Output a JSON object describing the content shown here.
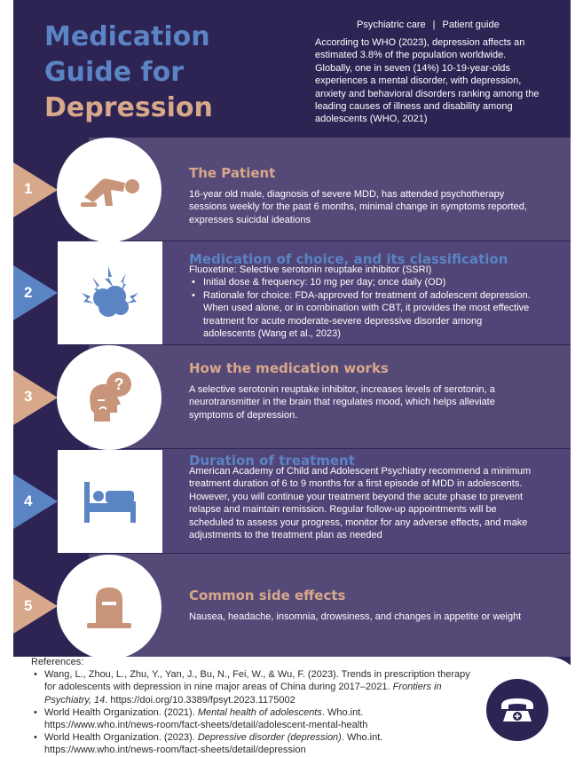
{
  "header": {
    "title_line1": "Medication",
    "title_line2": "Guide for",
    "title_line3": "Depression",
    "tag_left": "Psychiatric care",
    "tag_sep": "|",
    "tag_right": "Patient guide",
    "intro": "According to WHO (2023), depression affects an estimated 3.8% of the population worldwide. Globally, one in seven (14%) 10-19-year-olds experiences a mental disorder, with depression, anxiety and behavioral disorders ranking among the leading causes of illness and disability among adolescents (WHO, 2021)"
  },
  "sections": [
    {
      "number": "1",
      "title": "The Patient",
      "text": "16-year old male, diagnosis of severe MDD, has attended psychotherapy sessions weekly for the past 6 months, minimal change in symptoms reported, expresses suicidal ideations",
      "icon": "kneeling-person-icon"
    },
    {
      "number": "2",
      "title": "Medication of choice, and its classification",
      "subtitle": "Fluoxetine: Selective serotonin reuptake inhibitor (SSRI)",
      "bullets": [
        "Initial dose & frequency: 10 mg per day; once daily (OD)",
        "Rationale for choice: FDA-approved for treatment of adolescent depression. When used alone, or in combination with CBT, it provides the most effective treatment for acute moderate-severe depressive disorder among adolescents (Wang et al., 2023)"
      ],
      "icon": "brain-lightning-icon"
    },
    {
      "number": "3",
      "title": "How the medication works",
      "text": "A selective serotonin reuptake inhibitor, increases levels of serotonin, a neurotransmitter in the brain that regulates mood, which helps alleviate symptoms of depression.",
      "icon": "head-question-icon"
    },
    {
      "number": "4",
      "title": "Duration of treatment",
      "text": "American Academy of Child and Adolescent Psychiatry recommend a minimum treatment duration of 6 to 9 months for a first episode of MDD in adolescents. However, you will continue your treatment beyond the acute phase to prevent relapse and maintain remission. Regular follow-up appointments will be scheduled to assess your progress, monitor for any adverse effects, and make adjustments to the treatment plan as needed",
      "icon": "bed-icon"
    },
    {
      "number": "5",
      "title": "Common side effects",
      "text": "Nausea, headache, insomnia, drowsiness, and changes in appetite or weight",
      "icon": "gravestone-icon"
    }
  ],
  "references": {
    "heading": "References:",
    "items": [
      {
        "pre": "Wang, L., Zhou, L., Zhu, Y., Yan, J., Bu, N., Fei, W., & Wu, F. (2023). Trends in prescription therapy for adolescents with depression in nine major areas of China during 2017–2021. ",
        "italic": "Frontiers in Psychiatry, 14",
        "post": ". https://doi.org/10.3389/fpsyt.2023.1175002"
      },
      {
        "pre": "World Health Organization. (2021). ",
        "italic": "Mental health of adolescents",
        "post": ". Who.int. https://www.who.int/news-room/fact-sheets/detail/adolescent-mental-health"
      },
      {
        "pre": "World Health Organization. (2023). ",
        "italic": "Depressive disorder (depression)",
        "post": ". Who.int. https://www.who.int/news-room/fact-sheets/detail/depression"
      }
    ]
  },
  "colors": {
    "background": "#2d2454",
    "accent_tan": "#d8a88a",
    "accent_blue": "#5b84c4"
  },
  "contact_icon": "telephone-icon"
}
